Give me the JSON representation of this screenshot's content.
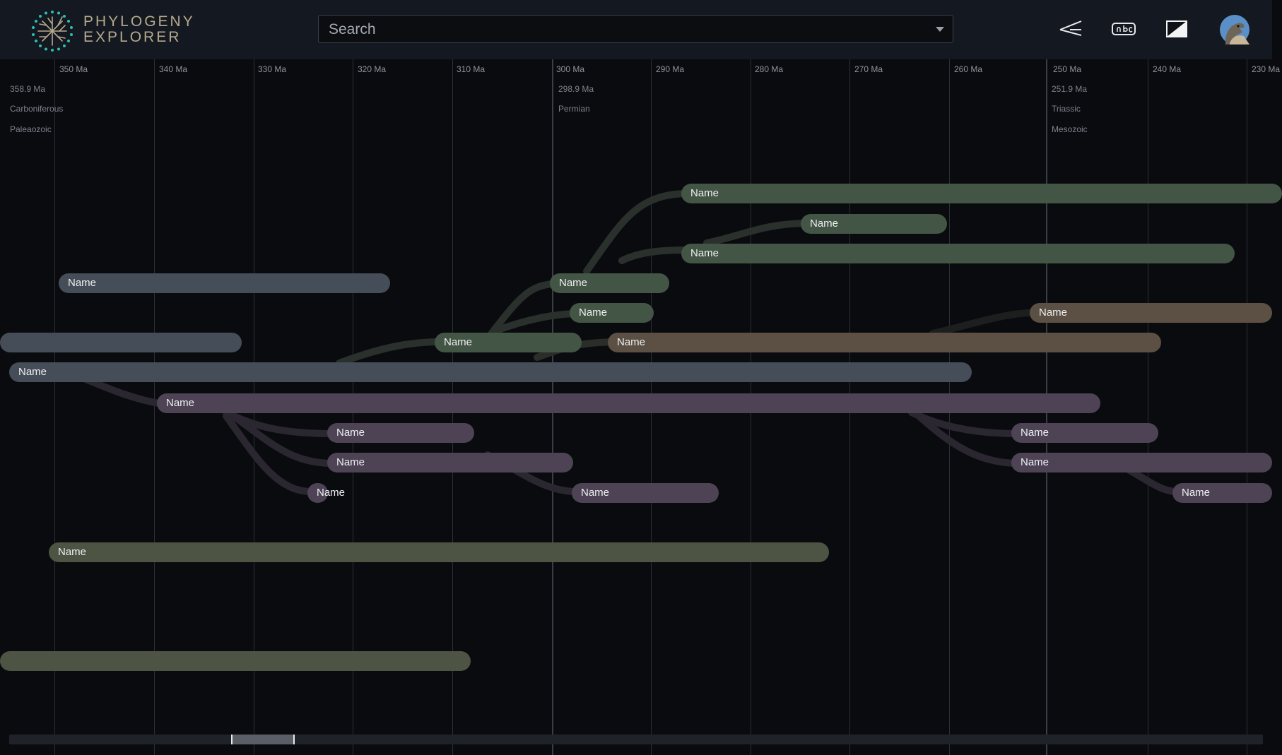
{
  "app": {
    "title_line1": "PHYLOGENY",
    "title_line2": "EXPLORER"
  },
  "search": {
    "placeholder": "Search",
    "value": ""
  },
  "toolbar": {
    "icons": [
      "tree-toggle-icon",
      "labels-toggle-icon",
      "contrast-toggle-icon",
      "profile-avatar"
    ]
  },
  "axis": {
    "ticks": [
      "350 Ma",
      "340 Ma",
      "330 Ma",
      "320 Ma",
      "310 Ma",
      "300 Ma",
      "290 Ma",
      "280 Ma",
      "270 Ma",
      "260 Ma",
      "250 Ma",
      "240 Ma",
      "230 Ma"
    ]
  },
  "boundaries": [
    {
      "age": "358.9 Ma",
      "period": "Carboniferous",
      "era": "Paleaozoic"
    },
    {
      "age": "298.9 Ma",
      "period": "Permian",
      "era": ""
    },
    {
      "age": "251.9 Ma",
      "period": "Triassic",
      "era": "Mesozoic"
    }
  ],
  "clades": [
    {
      "label": "Name"
    },
    {
      "label": "Name"
    },
    {
      "label": "Name"
    },
    {
      "label": "Name"
    },
    {
      "label": "Name"
    },
    {
      "label": "Name"
    },
    {
      "label": ""
    },
    {
      "label": "Name"
    },
    {
      "label": "Name"
    },
    {
      "label": "Name"
    },
    {
      "label": "Name"
    },
    {
      "label": "Name"
    },
    {
      "label": "Name"
    },
    {
      "label": "Name"
    },
    {
      "label": "Name"
    },
    {
      "label": "Name"
    },
    {
      "label": "Name"
    },
    {
      "label": "Name"
    },
    {
      "label": "Name"
    },
    {
      "label": "Name"
    },
    {
      "label": ""
    }
  ],
  "colors": {
    "slate": "#454d58",
    "green": "#435545",
    "brown": "#5b5043",
    "plum": "#4d4355",
    "olive": "#4e5444",
    "accent": "#b6aa8e",
    "logo": "#2fbfb0"
  }
}
